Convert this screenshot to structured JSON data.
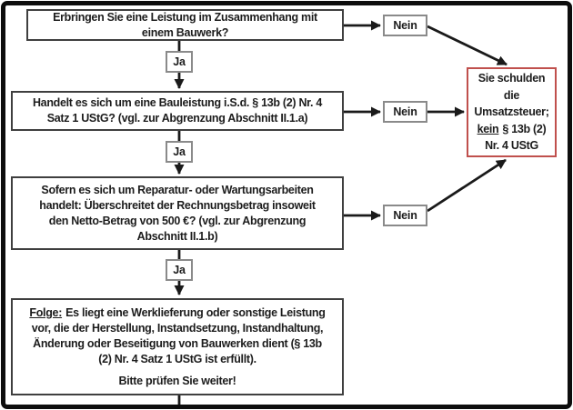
{
  "diagram": {
    "questions": [
      {
        "lines": [
          "Erbringen Sie eine Leistung im Zusammenhang mit",
          "einem Bauwerk?"
        ]
      },
      {
        "lines": [
          "Handelt es sich um eine Bauleistung i.S.d. § 13b (2) Nr. 4",
          "Satz 1 UStG? (vgl. zur Abgrenzung Abschnitt II.1.a)"
        ]
      },
      {
        "lines": [
          "Sofern es sich um Reparatur- oder Wartungsarbeiten",
          "handelt: Überschreitet der Rechnungsbetrag insoweit",
          "den Netto-Betrag von 500 €? (vgl. zur Abgrenzung",
          "Abschnitt II.1.b)"
        ]
      }
    ],
    "yes_label": "Ja",
    "no_label": "Nein",
    "result_box": {
      "line1": "Sie schulden",
      "line2": "die",
      "line3": "Umsatzsteuer;",
      "line4_emphasized": "kein",
      "line4_rest": "§ 13b (2)",
      "line5": "Nr. 4 UStG",
      "border_color": "#c0504d"
    },
    "final_box": {
      "label": "Folge:",
      "line1_rest": "Es liegt eine Werklieferung oder sonstige Leistung",
      "line2": "vor, die der Herstellung, Instandsetzung, Instandhaltung,",
      "line3": "Änderung oder Beseitigung von Bauwerken dient (§ 13b",
      "line4": "(2) Nr. 4 Satz 1 UStG ist erfüllt).",
      "cta": "Bitte prüfen Sie weiter!"
    },
    "colors": {
      "line_color": "#1a1a1a",
      "box_border": "#3f3f3f",
      "badge_border": "#8a8a8a"
    }
  }
}
